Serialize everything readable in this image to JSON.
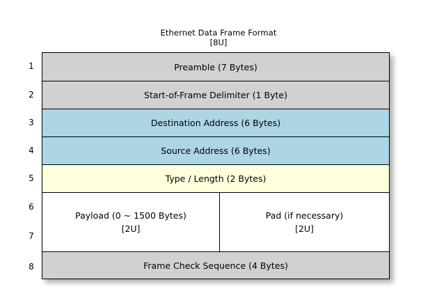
{
  "diagram": {
    "title": "Ethernet Data Frame Format",
    "subtitle": "[8U]",
    "colors": {
      "gray": "#d1d1d1",
      "blue": "#acd5e5",
      "yellow": "#ffffdd",
      "white": "#ffffff",
      "border": "#000000"
    },
    "rows": [
      {
        "number": "1",
        "label": "Preamble (7 Bytes)",
        "fill": "#d1d1d1"
      },
      {
        "number": "2",
        "label": "Start-of-Frame Delimiter (1 Byte)",
        "fill": "#d1d1d1"
      },
      {
        "number": "3",
        "label": "Destination Address (6 Bytes)",
        "fill": "#acd5e5"
      },
      {
        "number": "4",
        "label": "Source Address (6 Bytes)",
        "fill": "#acd5e5"
      },
      {
        "number": "5",
        "label": "Type / Length (2 Bytes)",
        "fill": "#ffffdd"
      },
      {
        "number": "6",
        "label": "",
        "fill": "#ffffff"
      },
      {
        "number": "7",
        "label": "",
        "fill": "#ffffff"
      },
      {
        "number": "8",
        "label": "Frame Check Sequence (4 Bytes)",
        "fill": "#d1d1d1"
      }
    ],
    "payload_row": {
      "left": {
        "label": "Payload (0 ~ 1500 Bytes)",
        "annotation": "[2U]"
      },
      "right": {
        "label": "Pad (if necessary)",
        "annotation": "[2U]"
      }
    }
  },
  "chart_data": {
    "type": "table",
    "title": "Ethernet Data Frame Format",
    "subtitle": "[8U]",
    "categories": [
      "1",
      "2",
      "3",
      "4",
      "5",
      "6",
      "7",
      "8"
    ],
    "fields": [
      {
        "row": "1",
        "name": "Preamble",
        "size": "7 Bytes",
        "text": "Preamble (7 Bytes)",
        "fill": "#d1d1d1"
      },
      {
        "row": "2",
        "name": "Start-of-Frame Delimiter",
        "size": "1 Byte",
        "text": "Start-of-Frame Delimiter (1 Byte)",
        "fill": "#d1d1d1"
      },
      {
        "row": "3",
        "name": "Destination Address",
        "size": "6 Bytes",
        "text": "Destination Address (6 Bytes)",
        "fill": "#acd5e5"
      },
      {
        "row": "4",
        "name": "Source Address",
        "size": "6 Bytes",
        "text": "Source Address (6 Bytes)",
        "fill": "#acd5e5"
      },
      {
        "row": "5",
        "name": "Type / Length",
        "size": "2 Bytes",
        "text": "Type / Length (2 Bytes)",
        "fill": "#ffffdd"
      },
      {
        "row": "6-7",
        "name": "Payload",
        "size": "0 ~ 1500 Bytes",
        "text": "Payload (0 ~ 1500 Bytes)",
        "annotation": "[2U]",
        "fill": "#ffffff"
      },
      {
        "row": "6-7",
        "name": "Pad",
        "size": "if necessary",
        "text": "Pad (if necessary)",
        "annotation": "[2U]",
        "fill": "#ffffff"
      },
      {
        "row": "8",
        "name": "Frame Check Sequence",
        "size": "4 Bytes",
        "text": "Frame Check Sequence (4 Bytes)",
        "fill": "#d1d1d1"
      }
    ]
  }
}
